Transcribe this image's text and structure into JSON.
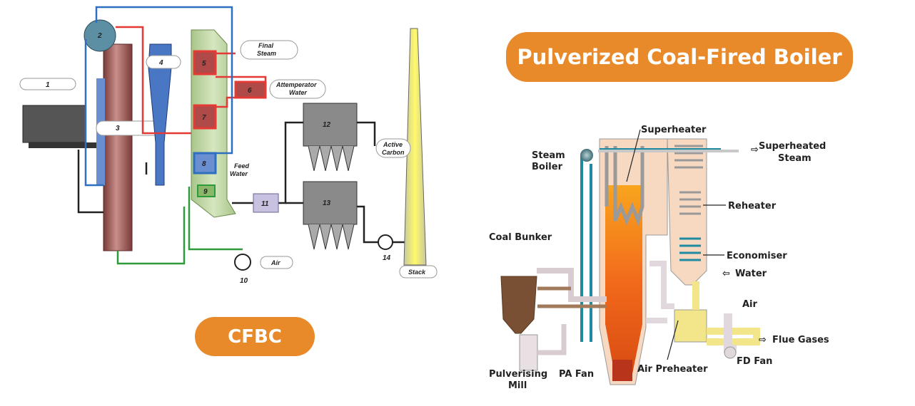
{
  "cfbc": {
    "title": "CFBC",
    "numbers": [
      "1",
      "2",
      "3",
      "4",
      "5",
      "6",
      "7",
      "8",
      "9",
      "10",
      "11",
      "12",
      "13",
      "14"
    ],
    "labels": {
      "final_steam_1": "Final",
      "final_steam_2": "Steam",
      "attemperator_1": "Attemperator",
      "attemperator_2": "Water",
      "feed_water_1": "Feed",
      "feed_water_2": "Water",
      "active_carbon_1": "Active",
      "active_carbon_2": "Carbon",
      "air": "Air",
      "stack": "Stack"
    },
    "colors": {
      "red": "#e53935",
      "blue": "#2e6fbf",
      "green": "#2e9b3a"
    }
  },
  "pc_boiler": {
    "title": "Pulverized Coal-Fired Boiler",
    "labels": {
      "superheater": "Superheater",
      "steam_boiler_1": "Steam",
      "steam_boiler_2": "Boiler",
      "superheated_steam_1": "Superheated",
      "superheated_steam_2": "Steam",
      "reheater": "Reheater",
      "coal_bunker": "Coal Bunker",
      "economiser": "Economiser",
      "water": "Water",
      "air": "Air",
      "flue_gases": "Flue Gases",
      "fd_fan": "FD Fan",
      "air_preheater": "Air Preheater",
      "pa_fan": "PA Fan",
      "pulverising_1": "Pulverising",
      "pulverising_2": "Mill"
    },
    "colors": {
      "accent": "#e98a2a",
      "fire": "#f26a1b",
      "teal": "#1f8aa0"
    }
  }
}
